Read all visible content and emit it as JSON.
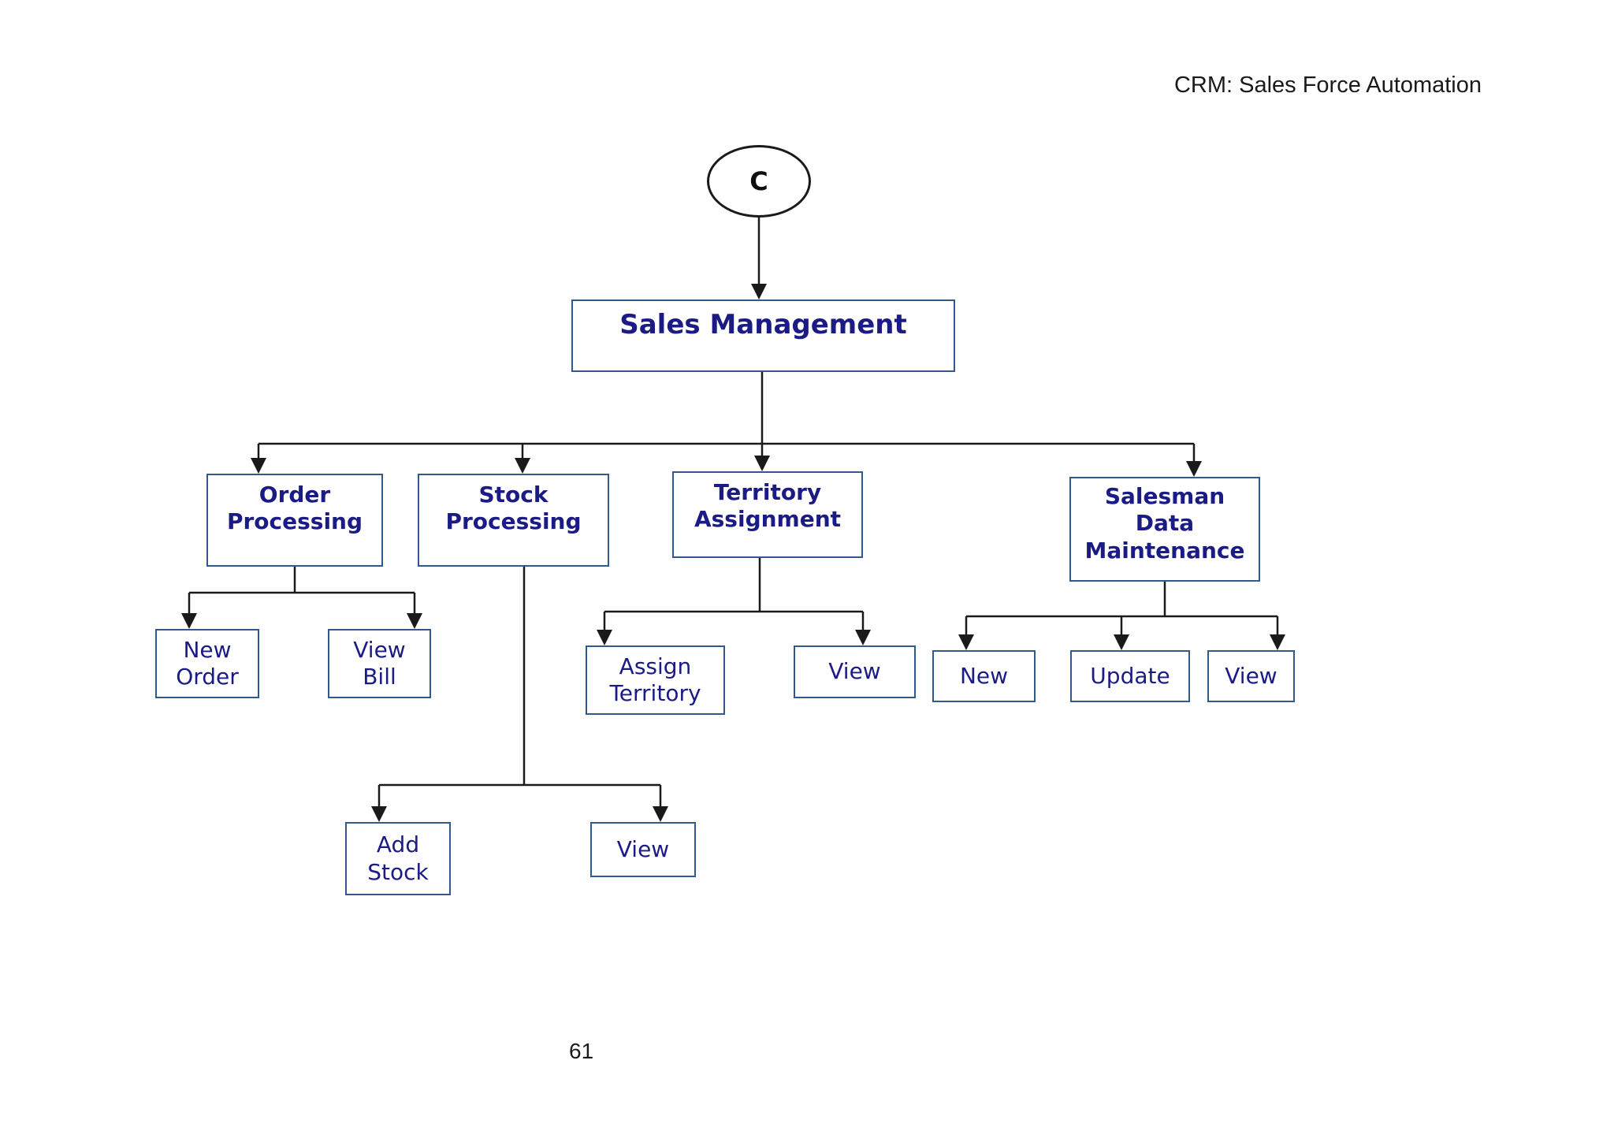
{
  "header": {
    "title": "CRM: Sales Force Automation"
  },
  "footer": {
    "page_number": "61"
  },
  "colors": {
    "node_border": "#2E5A8D",
    "node_text": "#1B1B85",
    "connector": "#1A1A1A",
    "background": "#FFFFFF"
  },
  "diagram": {
    "connector_label": "C",
    "nodes": {
      "sales_management": {
        "label": "Sales Management"
      },
      "order_processing": {
        "label": "Order\nProcessing"
      },
      "stock_processing": {
        "label": "Stock\nProcessing"
      },
      "territory_assignment": {
        "label": "Territory\nAssignment"
      },
      "salesman_data_maintenance": {
        "label": "Salesman\nData\nMaintenance"
      },
      "new_order": {
        "label": "New\nOrder"
      },
      "view_bill": {
        "label": "View\nBill"
      },
      "assign_territory": {
        "label": "Assign\nTerritory"
      },
      "territory_view": {
        "label": "View"
      },
      "salesman_new": {
        "label": "New"
      },
      "salesman_update": {
        "label": "Update"
      },
      "salesman_view": {
        "label": "View"
      },
      "add_stock": {
        "label": "Add\nStock"
      },
      "stock_view": {
        "label": "View"
      }
    }
  }
}
